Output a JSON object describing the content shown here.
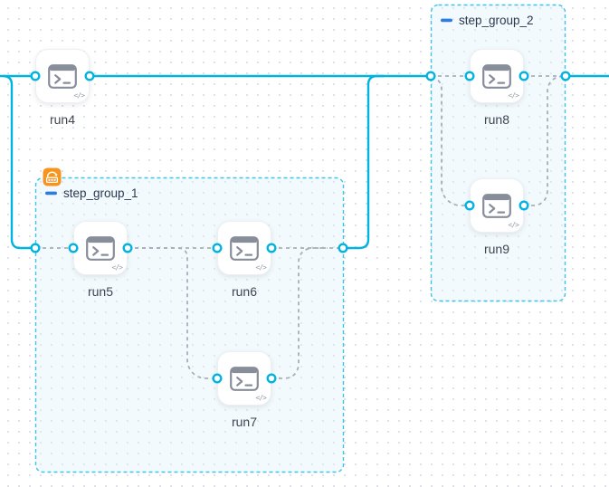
{
  "canvas": {
    "type": "workflow-dag-editor",
    "background": "#ffffff",
    "dot_color": "#d8dce3"
  },
  "colors": {
    "edge_active": "#00b3e0",
    "edge_idle": "#a8aeb8",
    "group_border": "#3fc3e8",
    "group_fill": "rgba(226,243,250,0.40)",
    "node_icon": "#878e9a",
    "node_label": "#3f4651",
    "group_label": "#2a3950",
    "collapse_icon_color": "#2e7ce0",
    "badge_orange": "#f7941e"
  },
  "nodes": [
    {
      "id": "run4",
      "label": "run4",
      "type": "shell-task"
    },
    {
      "id": "run5",
      "label": "run5",
      "type": "shell-task"
    },
    {
      "id": "run6",
      "label": "run6",
      "type": "shell-task"
    },
    {
      "id": "run7",
      "label": "run7",
      "type": "shell-task"
    },
    {
      "id": "run8",
      "label": "run8",
      "type": "shell-task"
    },
    {
      "id": "run9",
      "label": "run9",
      "type": "shell-task"
    }
  ],
  "groups": [
    {
      "id": "step_group_1",
      "label": "step_group_1",
      "collapsed": false,
      "has_orange_badge": true
    },
    {
      "id": "step_group_2",
      "label": "step_group_2",
      "collapsed": false,
      "has_orange_badge": false
    }
  ],
  "icons": {
    "node_type": "terminal-icon",
    "code_badge": "</>",
    "group_collapse": "minus-icon",
    "group_badge": "toolbox-loop-icon"
  },
  "connections": [
    {
      "from": "start",
      "to": "run4",
      "style": "active"
    },
    {
      "from": "start",
      "to": "step_group_1.in",
      "style": "active"
    },
    {
      "from": "run4",
      "to": "step_group_2.in",
      "style": "active"
    },
    {
      "from": "step_group_1.out",
      "to": "step_group_2.in",
      "style": "active"
    },
    {
      "from": "step_group_2.out",
      "to": "end",
      "style": "active"
    },
    {
      "from": "step_group_1.in",
      "to": "run5",
      "style": "idle"
    },
    {
      "from": "run5",
      "to": "run6",
      "style": "idle"
    },
    {
      "from": "run5",
      "to": "run7",
      "style": "idle"
    },
    {
      "from": "run6",
      "to": "step_group_1.out",
      "style": "idle"
    },
    {
      "from": "run7",
      "to": "step_group_1.out",
      "style": "idle"
    },
    {
      "from": "step_group_2.in",
      "to": "run8",
      "style": "idle"
    },
    {
      "from": "step_group_2.in",
      "to": "run9",
      "style": "idle"
    },
    {
      "from": "run8",
      "to": "step_group_2.out",
      "style": "idle"
    },
    {
      "from": "run9",
      "to": "step_group_2.out",
      "style": "idle"
    }
  ]
}
